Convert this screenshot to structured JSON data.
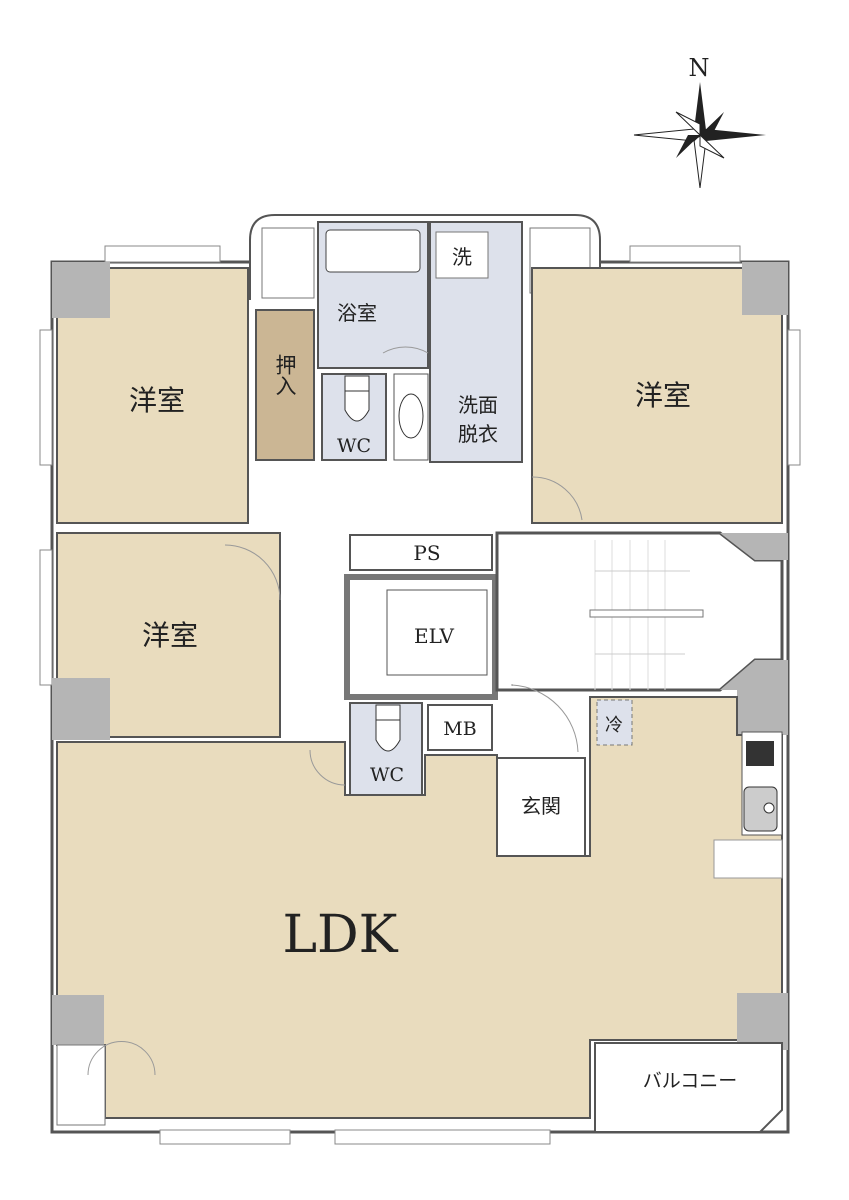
{
  "compass": {
    "north_label": "N"
  },
  "rooms": {
    "western_room_nw": "洋室",
    "western_room_ne": "洋室",
    "western_room_w": "洋室",
    "closet": "押入",
    "bathroom": "浴室",
    "washer": "洗",
    "wc_upper": "WC",
    "washroom_line1": "洗面",
    "washroom_line2": "脱衣",
    "ps": "PS",
    "elevator": "ELV",
    "mb": "MB",
    "wc_lower": "WC",
    "entrance": "玄関",
    "fridge": "冷",
    "ldk": "LDK",
    "balcony": "バルコニー"
  },
  "colors": {
    "room_beige": "#e9dcbe",
    "wet_area": "#dde1eb",
    "closet": "#cbb694",
    "wall": "#b5b5b5"
  }
}
